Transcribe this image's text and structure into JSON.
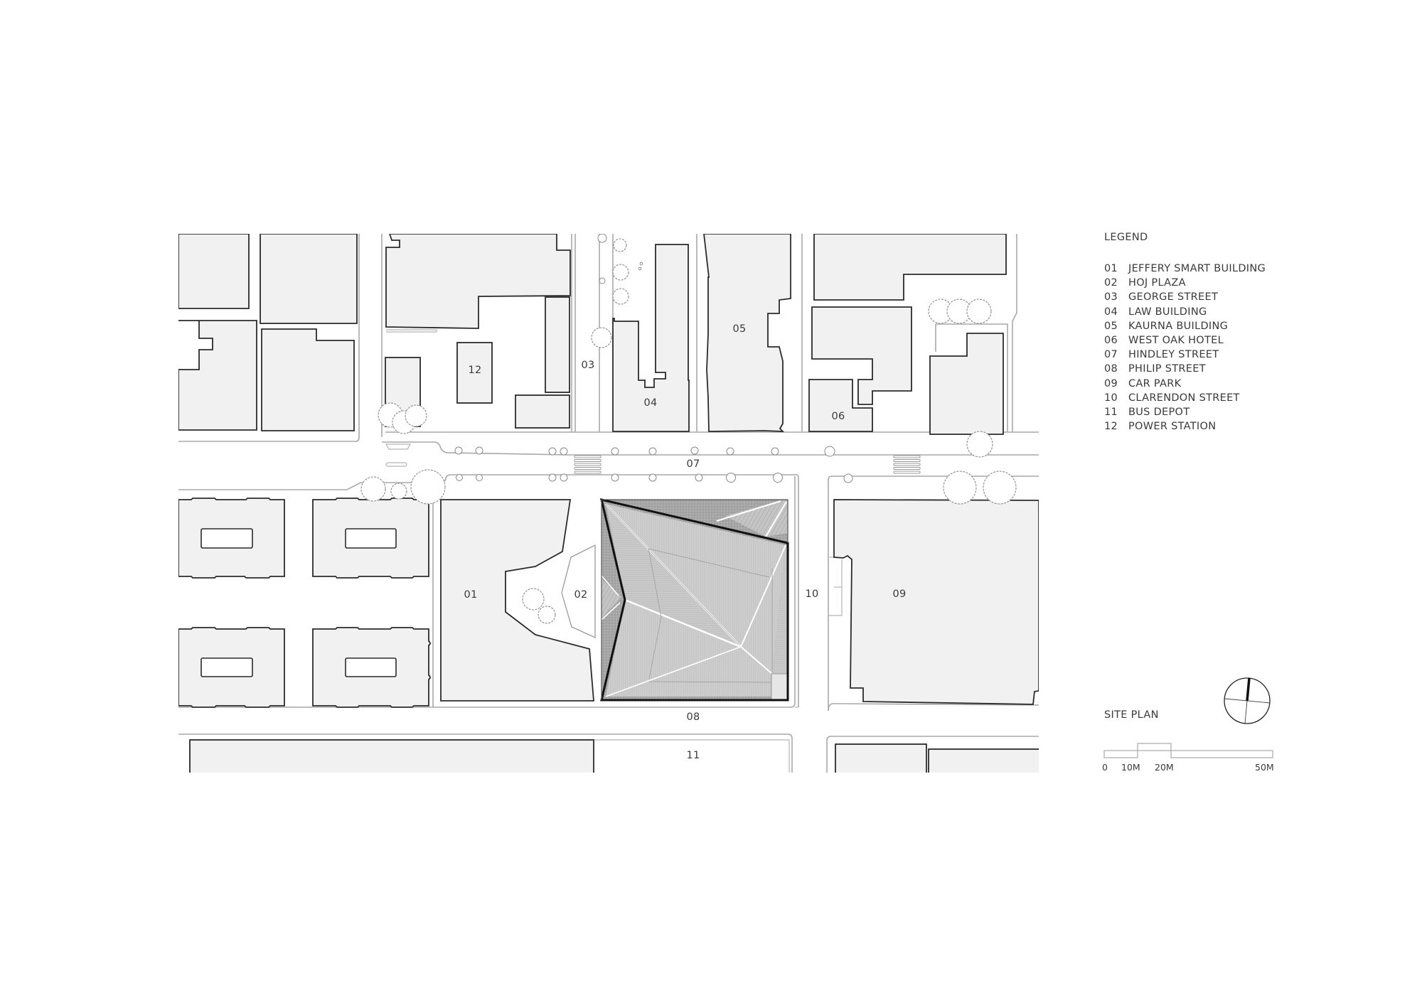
{
  "drawing": {
    "title": "SITE PLAN",
    "legend_title": "LEGEND"
  },
  "legend": [
    {
      "num": "01",
      "name": "JEFFERY SMART BUILDING"
    },
    {
      "num": "02",
      "name": "HOJ PLAZA"
    },
    {
      "num": "03",
      "name": "GEORGE STREET"
    },
    {
      "num": "04",
      "name": "LAW BUILDING"
    },
    {
      "num": "05",
      "name": "KAURNA BUILDING"
    },
    {
      "num": "06",
      "name": "WEST OAK HOTEL"
    },
    {
      "num": "07",
      "name": "HINDLEY STREET"
    },
    {
      "num": "08",
      "name": "PHILIP STREET"
    },
    {
      "num": "09",
      "name": "CAR PARK"
    },
    {
      "num": "10",
      "name": "CLARENDON STREET"
    },
    {
      "num": "11",
      "name": "BUS DEPOT"
    },
    {
      "num": "12",
      "name": "POWER STATION"
    }
  ],
  "map_labels": {
    "l01": "01",
    "l02": "02",
    "l03": "03",
    "l04": "04",
    "l05": "05",
    "l06": "06",
    "l07": "07",
    "l08": "08",
    "l09": "09",
    "l10": "10",
    "l11": "11",
    "l12": "12"
  },
  "scale_bar": {
    "ticks": [
      "0",
      "10M",
      "20M",
      "50M"
    ]
  },
  "north_arrow": {
    "icon": "north-arrow-icon"
  },
  "colors": {
    "building_fill": "#f1f1f1",
    "building_stroke": "#2b2b2b",
    "road_line": "#a9a9a9",
    "roof_hatch": "#b8b8b8",
    "text": "#3a3a3a"
  }
}
